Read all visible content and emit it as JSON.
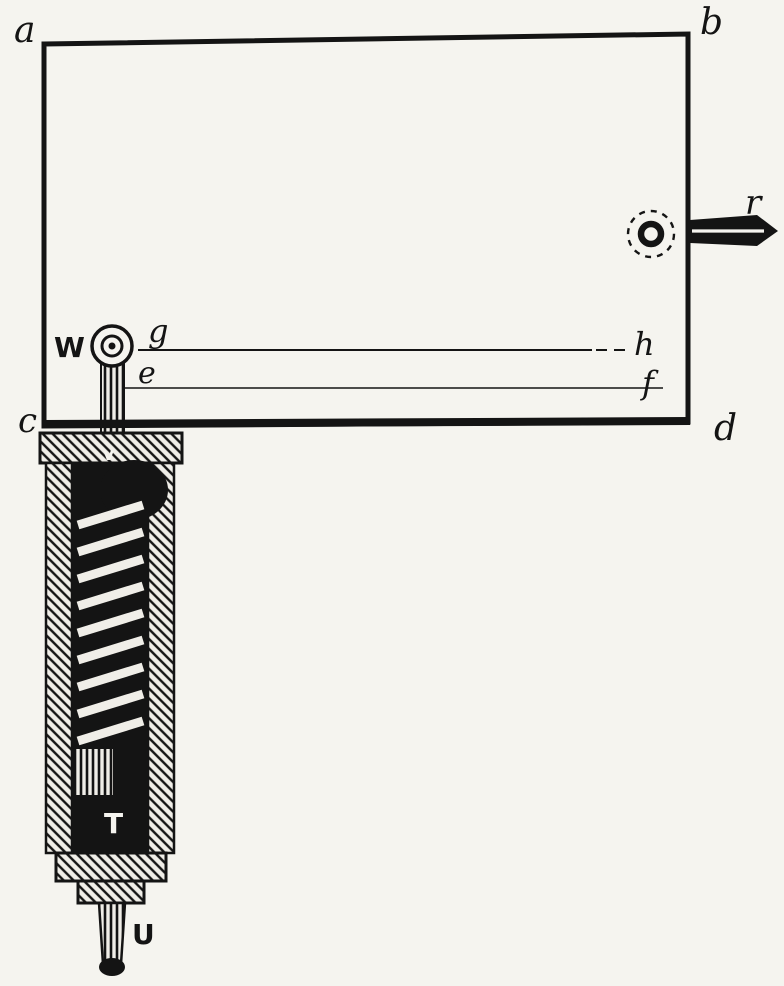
{
  "figure": {
    "colors": {
      "paper": "#f5f4ef",
      "ink": "#141414"
    },
    "labels": {
      "corner_a": "a",
      "corner_b": "b",
      "corner_c": "c",
      "corner_d": "d",
      "cord_g": "g",
      "cord_h": "h",
      "cord_e": "e",
      "cord_f": "f",
      "key_r": "r",
      "pulley_w": "W",
      "rod_v": "v",
      "piston_t": "T",
      "rod_u": "U"
    }
  }
}
